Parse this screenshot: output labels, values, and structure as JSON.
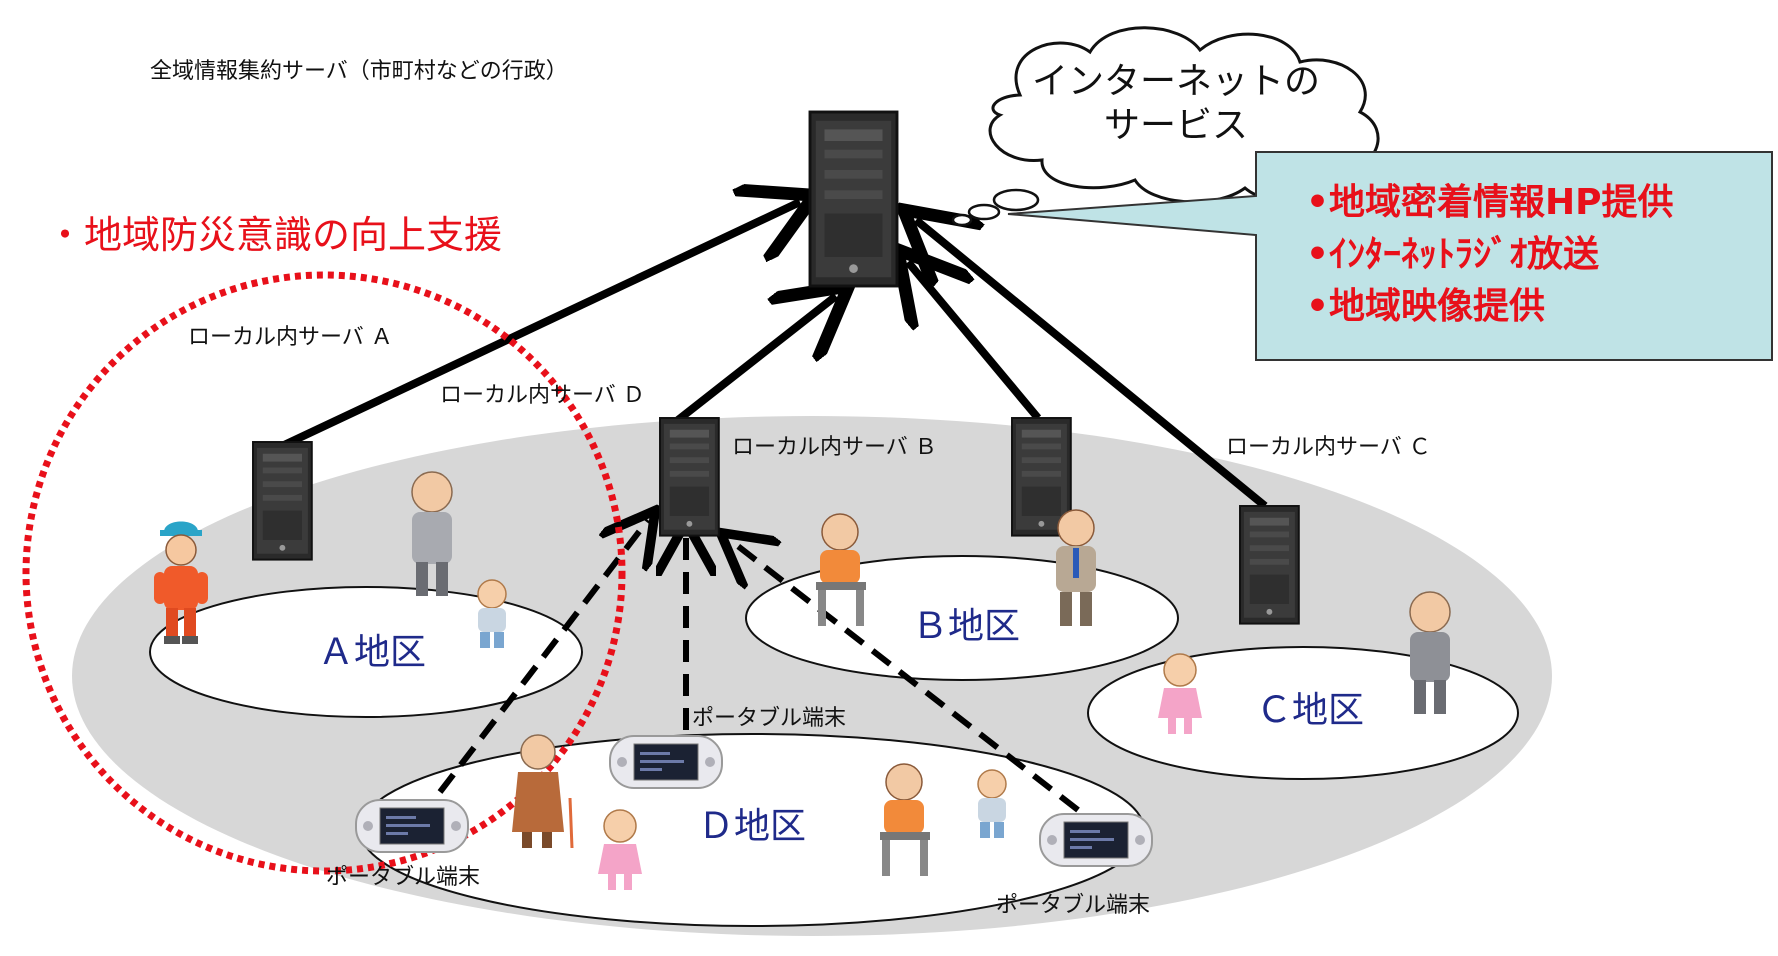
{
  "title": "全域情報集約サーバ（市町村などの行政）",
  "cloud": {
    "line1": "インターネットの",
    "line2": "サービス"
  },
  "callout": {
    "items": [
      "•地域密着情報HP提供",
      "•ｲﾝﾀｰﾈｯﾄﾗｼﾞｵ放送",
      "•地域映像提供"
    ]
  },
  "highlight": "・地域防災意識の向上支援",
  "servers": {
    "a": "ローカル内サーバ Ａ",
    "b": "ローカル内サーバ Ｂ",
    "c": "ローカル内サーバ Ｃ",
    "d": "ローカル内サーバ Ｄ"
  },
  "districts": {
    "a": "Ａ地区",
    "b": "Ｂ地区",
    "c": "Ｃ地区",
    "d": "Ｄ地区"
  },
  "portables": {
    "label_top": "ポータブル端末",
    "label_left": "ポータブル端末",
    "label_right": "ポータブル端末"
  },
  "colors": {
    "region": "#d7d7d7",
    "callout": "#bfe3e6",
    "highlight": "#e8101a",
    "district_text": "#1f2a8a"
  }
}
